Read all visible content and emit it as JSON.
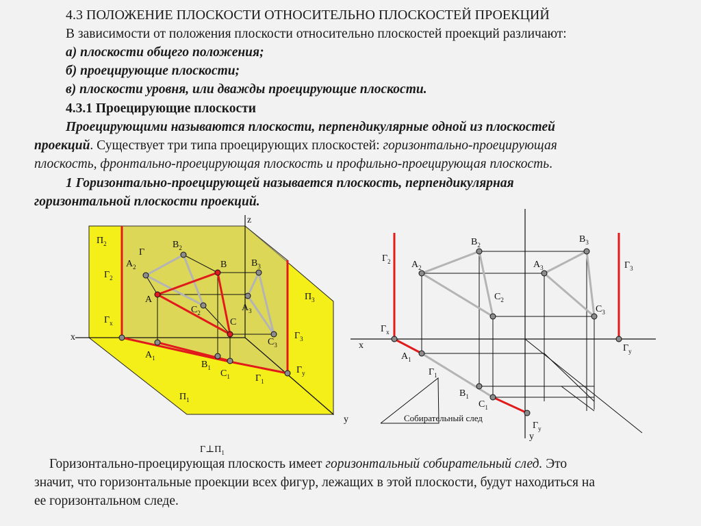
{
  "heading": {
    "title": "4.3 ПОЛОЖЕНИЕ ПЛОСКОСТИ ОТНОСИТЕЛЬНО ПЛОСКОСТЕЙ ПРОЕКЦИЙ",
    "intro": "В зависимости от положения плоскости относительно плоскостей проекций различают:",
    "items": [
      "а) плоскости общего положения;",
      "б) проецирующие плоскости;",
      "в) плоскости уровня, или дважды проецирующие плоскости."
    ],
    "subsection": "4.3.1 Проецирующие плоскости"
  },
  "definition": {
    "line1": "Проецирующими называются плоскости, перпендикулярные одной из плоскостей",
    "line2_bold": "проекций",
    "line2_rest": ". Существует три типа проецирующих плоскостей: ",
    "line2_italic": "горизонтально-проецирующая",
    "line3_italic": "плоскость, фронтально-проецирующая плоскость и профильно-проецирующая плоскость",
    "line3_end": "."
  },
  "horizontal_def": {
    "line1": "1 Горизонтально-проецирующей называется плоскость, перпендикулярная",
    "line2": "горизонтальной плоскости проекций."
  },
  "diagram_left": {
    "labels": {
      "z": "z",
      "x": "x",
      "y": "y",
      "P2": "П",
      "P2_sub": "2",
      "G": "Г",
      "B2": "B",
      "B2_sub": "2",
      "A2": "A",
      "A2_sub": "2",
      "B": "B",
      "B3": "B",
      "B3_sub": "3",
      "G2": "Г",
      "G2_sub": "2",
      "A": "A",
      "C2": "C",
      "C2_sub": "2",
      "C": "C",
      "A3": "A",
      "A3_sub": "3",
      "P3": "П",
      "P3_sub": "3",
      "Gx": "Г",
      "Gx_sub": "x",
      "C3": "C",
      "C3_sub": "3",
      "G3": "Г",
      "G3_sub": "3",
      "A1": "A",
      "A1_sub": "1",
      "B1": "B",
      "B1_sub": "1",
      "C1": "C",
      "C1_sub": "1",
      "Gy": "Г",
      "Gy_sub": "y",
      "G1": "Г",
      "G1_sub": "1",
      "P1": "П",
      "P1_sub": "1"
    },
    "caption": "Г⊥П",
    "caption_sub": "1"
  },
  "diagram_right": {
    "labels": {
      "x": "x",
      "y": "y",
      "G2": "Г",
      "G2_sub": "2",
      "B2": "B",
      "B2_sub": "2",
      "B3": "B",
      "B3_sub": "3",
      "A2": "A",
      "A2_sub": "2",
      "A3": "A",
      "A3_sub": "3",
      "G3": "Г",
      "G3_sub": "3",
      "C2": "C",
      "C2_sub": "2",
      "C3": "C",
      "C3_sub": "3",
      "Gx": "Г",
      "Gx_sub": "x",
      "Gy_right": "Г",
      "Gy_right_sub": "y",
      "A1": "A",
      "A1_sub": "1",
      "G1": "Г",
      "G1_sub": "1",
      "B1": "B",
      "B1_sub": "1",
      "C1": "C",
      "C1_sub": "1",
      "Gy_bottom": "Г",
      "Gy_bottom_sub": "y",
      "trace_label": "Собирательный след"
    }
  },
  "conclusion": {
    "line1_a": "Горизонтально-проецирующая плоскость имеет ",
    "line1_it": "горизонтальный собирательный след.",
    "line1_b": " Это",
    "line2": "значит, что горизонтальные проекции всех фигур, лежащих в этой плоскости, будут находиться на",
    "line3": "ее горизонтальном следе."
  },
  "colors": {
    "background": "#f2f2f2",
    "plane_yellow": "#f4ee19",
    "plane_shade": "#d6d28a",
    "trace_red": "#e11b1b",
    "projection_gray": "#b4b4b4",
    "point_fill": "#8c8c8c"
  }
}
